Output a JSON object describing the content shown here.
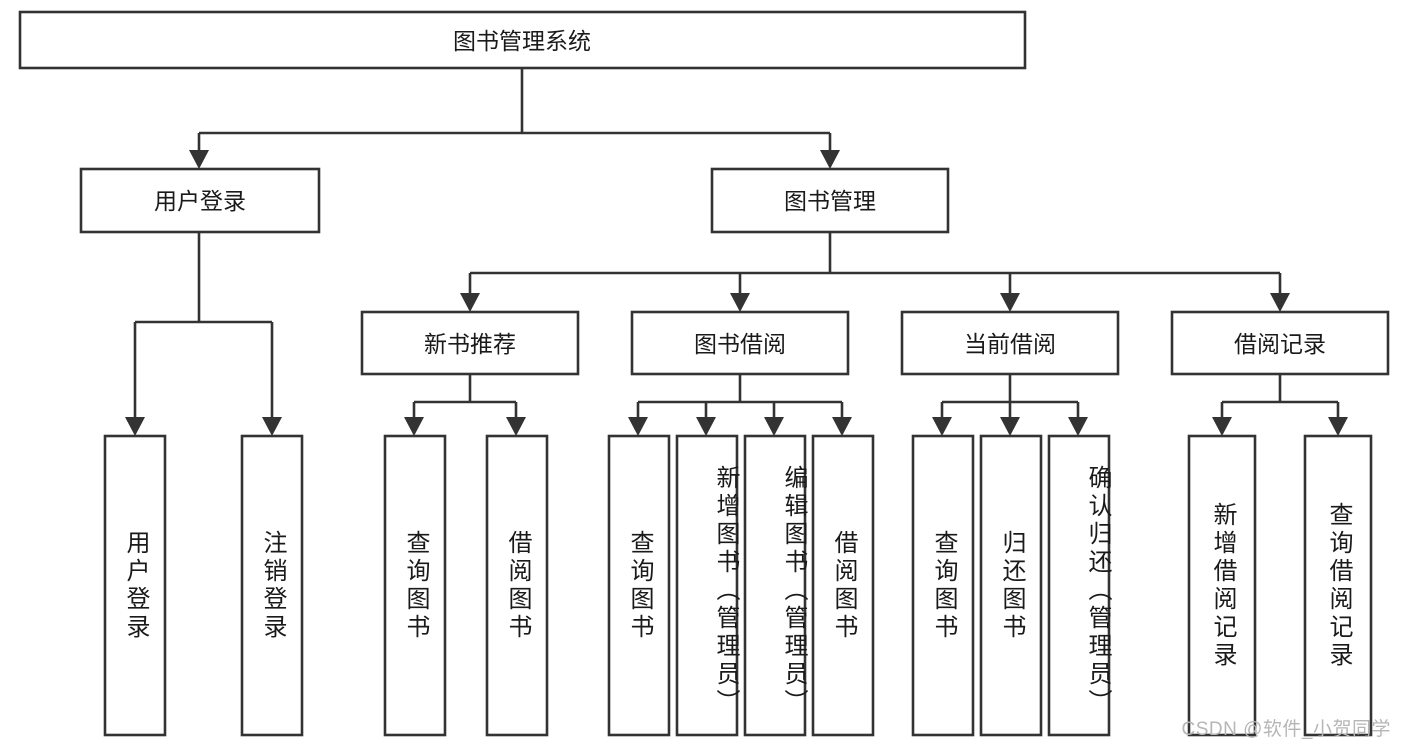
{
  "diagram": {
    "title": "图书管理系统",
    "type": "tree-hierarchy",
    "root": {
      "label": "图书管理系统"
    },
    "level2": [
      {
        "label": "用户登录"
      },
      {
        "label": "图书管理"
      }
    ],
    "level3": [
      {
        "label": "新书推荐"
      },
      {
        "label": "图书借阅"
      },
      {
        "label": "当前借阅"
      },
      {
        "label": "借阅记录"
      }
    ],
    "leaves": {
      "user_login": [
        {
          "label": "用户登录"
        },
        {
          "label": "注销登录"
        }
      ],
      "new_book_recommend": [
        {
          "label": "查询图书"
        },
        {
          "label": "借阅图书"
        }
      ],
      "book_borrow": [
        {
          "label": "查询图书"
        },
        {
          "label": "新增图书（管理员）"
        },
        {
          "label": "编辑图书（管理员）"
        },
        {
          "label": "借阅图书"
        }
      ],
      "current_borrow": [
        {
          "label": "查询图书"
        },
        {
          "label": "归还图书"
        },
        {
          "label": "确认归还（管理员）"
        }
      ],
      "borrow_record": [
        {
          "label": "新增借阅记录"
        },
        {
          "label": "查询借阅记录"
        }
      ]
    }
  },
  "watermark": {
    "text": "CSDN @软件_小贺同学"
  },
  "colors": {
    "stroke": "#333333",
    "fill": "#ffffff",
    "text": "#1a1a1a",
    "watermark": "#b6b6b6"
  }
}
